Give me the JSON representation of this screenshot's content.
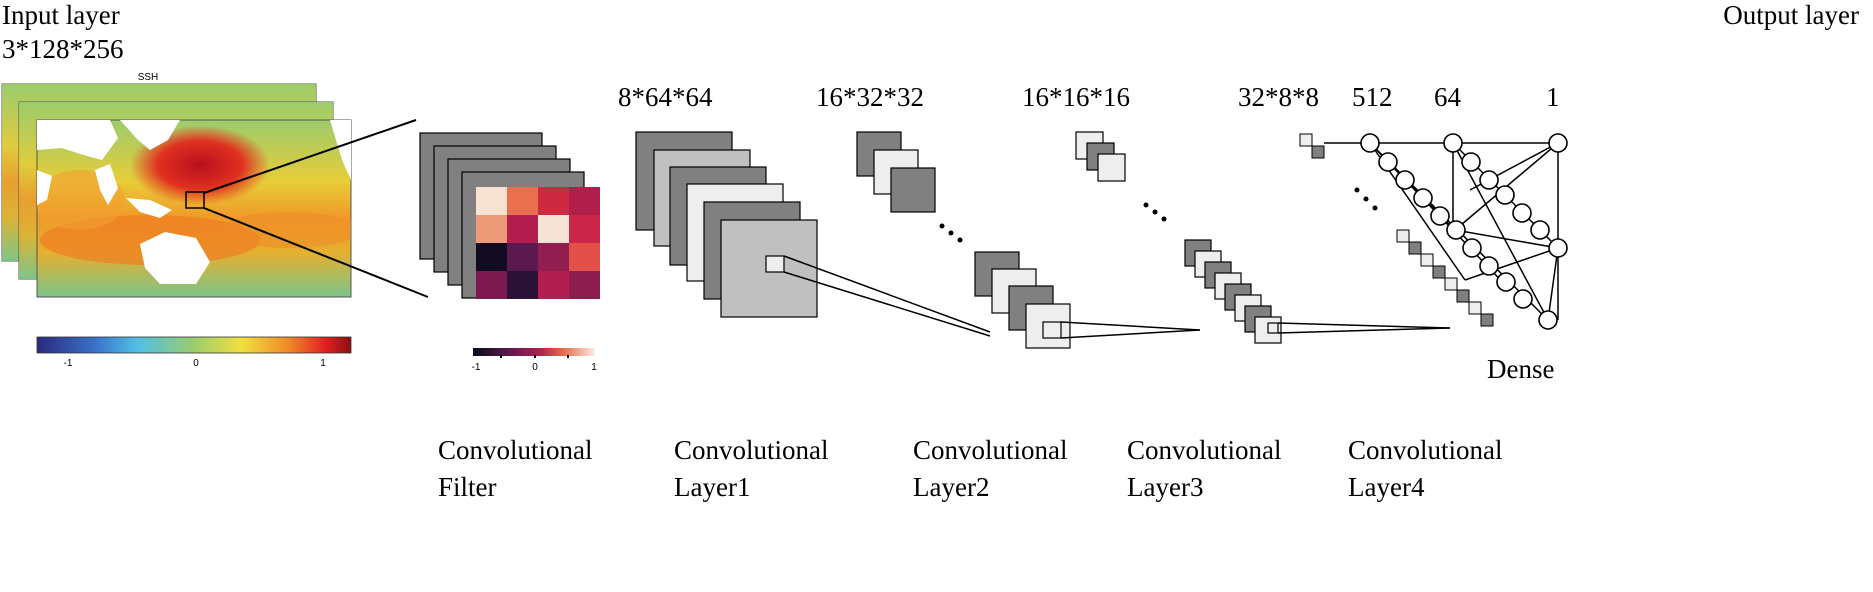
{
  "input": {
    "title": "Input layer",
    "dims": "3*128*256",
    "map_title": "SSH",
    "colorbar_ticks": [
      "-1",
      "0",
      "1"
    ]
  },
  "filter": {
    "colorbar_ticks": [
      "-1",
      "0",
      "1"
    ],
    "matrix": [
      [
        "#f8e2d4",
        "#e8704f",
        "#cd2a42",
        "#b01f4c"
      ],
      [
        "#ed9a78",
        "#b21e4f",
        "#f6e3d7",
        "#c9264a"
      ],
      [
        "#110b1f",
        "#5a1a4f",
        "#921d4f",
        "#e2504a"
      ],
      [
        "#7c1a4f",
        "#2a1236",
        "#b21e4f",
        "#8c1d4f"
      ]
    ]
  },
  "dims": {
    "layer1": "8*64*64",
    "layer2": "16*32*32",
    "layer3": "16*16*16",
    "layer4": "32*8*8",
    "dense1": "512",
    "dense2": "64",
    "dense3": "1"
  },
  "output": {
    "title": "Output layer",
    "dense": "Dense"
  },
  "captions": {
    "filter": [
      "Convolutional",
      "Filter"
    ],
    "layer1": [
      "Convolutional",
      "Layer1"
    ],
    "layer2": [
      "Convolutional",
      "Layer2"
    ],
    "layer3": [
      "Convolutional",
      "Layer3"
    ],
    "layer4": [
      "Convolutional",
      "Layer4"
    ]
  },
  "colors": {
    "dark_gray": "#808080",
    "mid_gray": "#c0c0c0",
    "light_gray": "#eeeeee",
    "map_ocean_cool": "#6fc27e",
    "map_ocean_warm": "#f0a028",
    "map_hot": "#c8101c",
    "land": "#ffffff"
  }
}
